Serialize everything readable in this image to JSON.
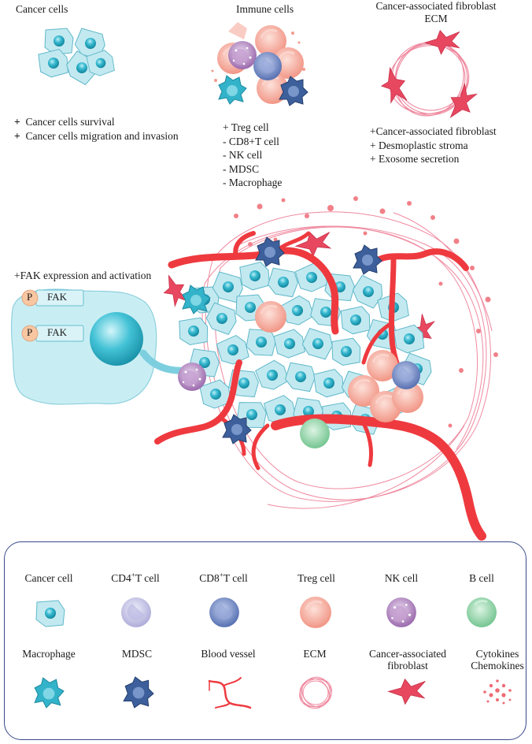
{
  "top": {
    "cancer": {
      "title": "Cancer cells",
      "items": [
        "Cancer cells survival",
        "Cancer cells migration and invasion"
      ]
    },
    "immune": {
      "title": "Immune cells",
      "items": [
        "+ Treg cell",
        "- CD8+T cell",
        "- NK cell",
        "- MDSC",
        "- Macrophage"
      ]
    },
    "caf": {
      "title_line1": "Cancer-associated fibroblast",
      "title_line2": "ECM",
      "items": [
        "+Cancer-associated fibroblast",
        "+ Desmoplastic stroma",
        "+ Exosome secretion"
      ]
    }
  },
  "fak": {
    "heading": "+FAK expression and activation",
    "p_label": "P",
    "fak_label": "FAK"
  },
  "legend": {
    "row1": [
      {
        "label": "Cancer cell",
        "icon": "cancer-cell-icon"
      },
      {
        "label_pre": "CD4",
        "label_sup": "+",
        "label_post": "T cell",
        "icon": "cd4-t-cell-icon"
      },
      {
        "label_pre": "CD8",
        "label_sup": "+",
        "label_post": "T cell",
        "icon": "cd8-t-cell-icon"
      },
      {
        "label": "Treg cell",
        "icon": "treg-cell-icon"
      },
      {
        "label": "NK cell",
        "icon": "nk-cell-icon"
      },
      {
        "label": "B cell",
        "icon": "b-cell-icon"
      }
    ],
    "row2": [
      {
        "label": "Macrophage",
        "icon": "macrophage-icon"
      },
      {
        "label": "MDSC",
        "icon": "mdsc-icon"
      },
      {
        "label": "Blood vessel",
        "icon": "blood-vessel-icon"
      },
      {
        "label": "ECM",
        "icon": "ecm-icon"
      },
      {
        "label_line1": "Cancer-associated",
        "label_line2": "fibroblast",
        "icon": "fibroblast-icon"
      },
      {
        "label_line1": "Cytokines",
        "label_line2": "Chemokines",
        "icon": "cytokines-icon"
      }
    ]
  },
  "colors": {
    "cancer_fill": "#bfe8ef",
    "cancer_nucleus": "#22a5bf",
    "treg": "#f6a89a",
    "cd8": "#6f86c4",
    "cd4": "#c9c8e8",
    "nk": "#a777b5",
    "bcell": "#8fd1a4",
    "macrophage": "#2fb1c8",
    "mdsc": "#3e5f9a",
    "vessel": "#ee3a3f",
    "ecm": "#ef8aa0",
    "fibroblast": "#e8485f",
    "legend_border": "#3a4a8a"
  }
}
